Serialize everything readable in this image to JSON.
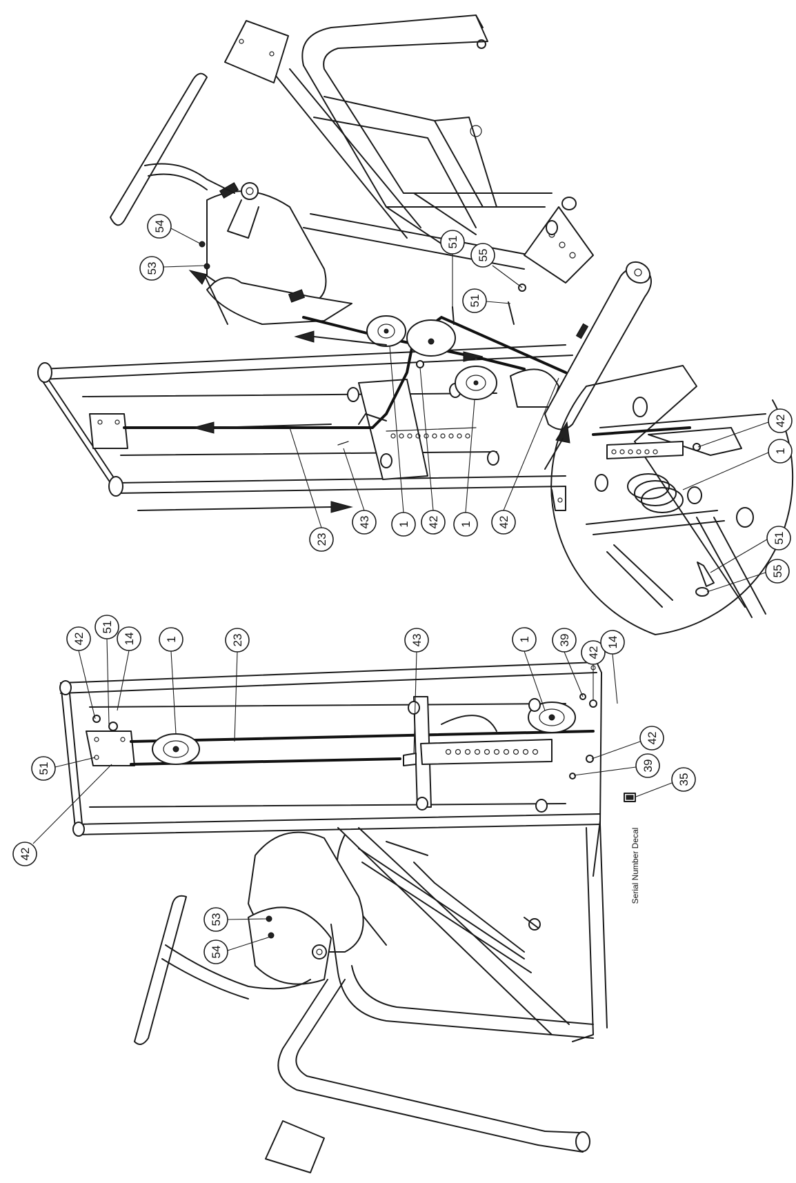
{
  "upper_view": {
    "callouts": [
      {
        "id": "u54",
        "label": "54"
      },
      {
        "id": "u53",
        "label": "53"
      },
      {
        "id": "u51a",
        "label": "51"
      },
      {
        "id": "u55",
        "label": "55"
      },
      {
        "id": "u51b",
        "label": "51"
      },
      {
        "id": "u23",
        "label": "23"
      },
      {
        "id": "u43",
        "label": "43"
      },
      {
        "id": "u1a",
        "label": "1"
      },
      {
        "id": "u42a",
        "label": "42"
      },
      {
        "id": "u1b",
        "label": "1"
      },
      {
        "id": "u42b",
        "label": "42"
      }
    ]
  },
  "detail_view": {
    "callouts": [
      {
        "id": "d42",
        "label": "42"
      },
      {
        "id": "d1",
        "label": "1"
      },
      {
        "id": "d51",
        "label": "51"
      },
      {
        "id": "d55",
        "label": "55"
      }
    ]
  },
  "lower_view": {
    "callouts": [
      {
        "id": "l42a",
        "label": "42"
      },
      {
        "id": "l51a",
        "label": "51"
      },
      {
        "id": "l14a",
        "label": "14"
      },
      {
        "id": "l1a",
        "label": "1"
      },
      {
        "id": "l23",
        "label": "23"
      },
      {
        "id": "l43",
        "label": "43"
      },
      {
        "id": "l1b",
        "label": "1"
      },
      {
        "id": "l39a",
        "label": "39"
      },
      {
        "id": "l42b",
        "label": "42"
      },
      {
        "id": "l14b",
        "label": "14"
      },
      {
        "id": "l42c",
        "label": "42"
      },
      {
        "id": "l39b",
        "label": "39"
      },
      {
        "id": "l35",
        "label": "35"
      },
      {
        "id": "l51b",
        "label": "51"
      },
      {
        "id": "l42d",
        "label": "42"
      },
      {
        "id": "l53",
        "label": "53"
      },
      {
        "id": "l54",
        "label": "54"
      }
    ],
    "serial_decal_text": "Serial Number Decal"
  }
}
